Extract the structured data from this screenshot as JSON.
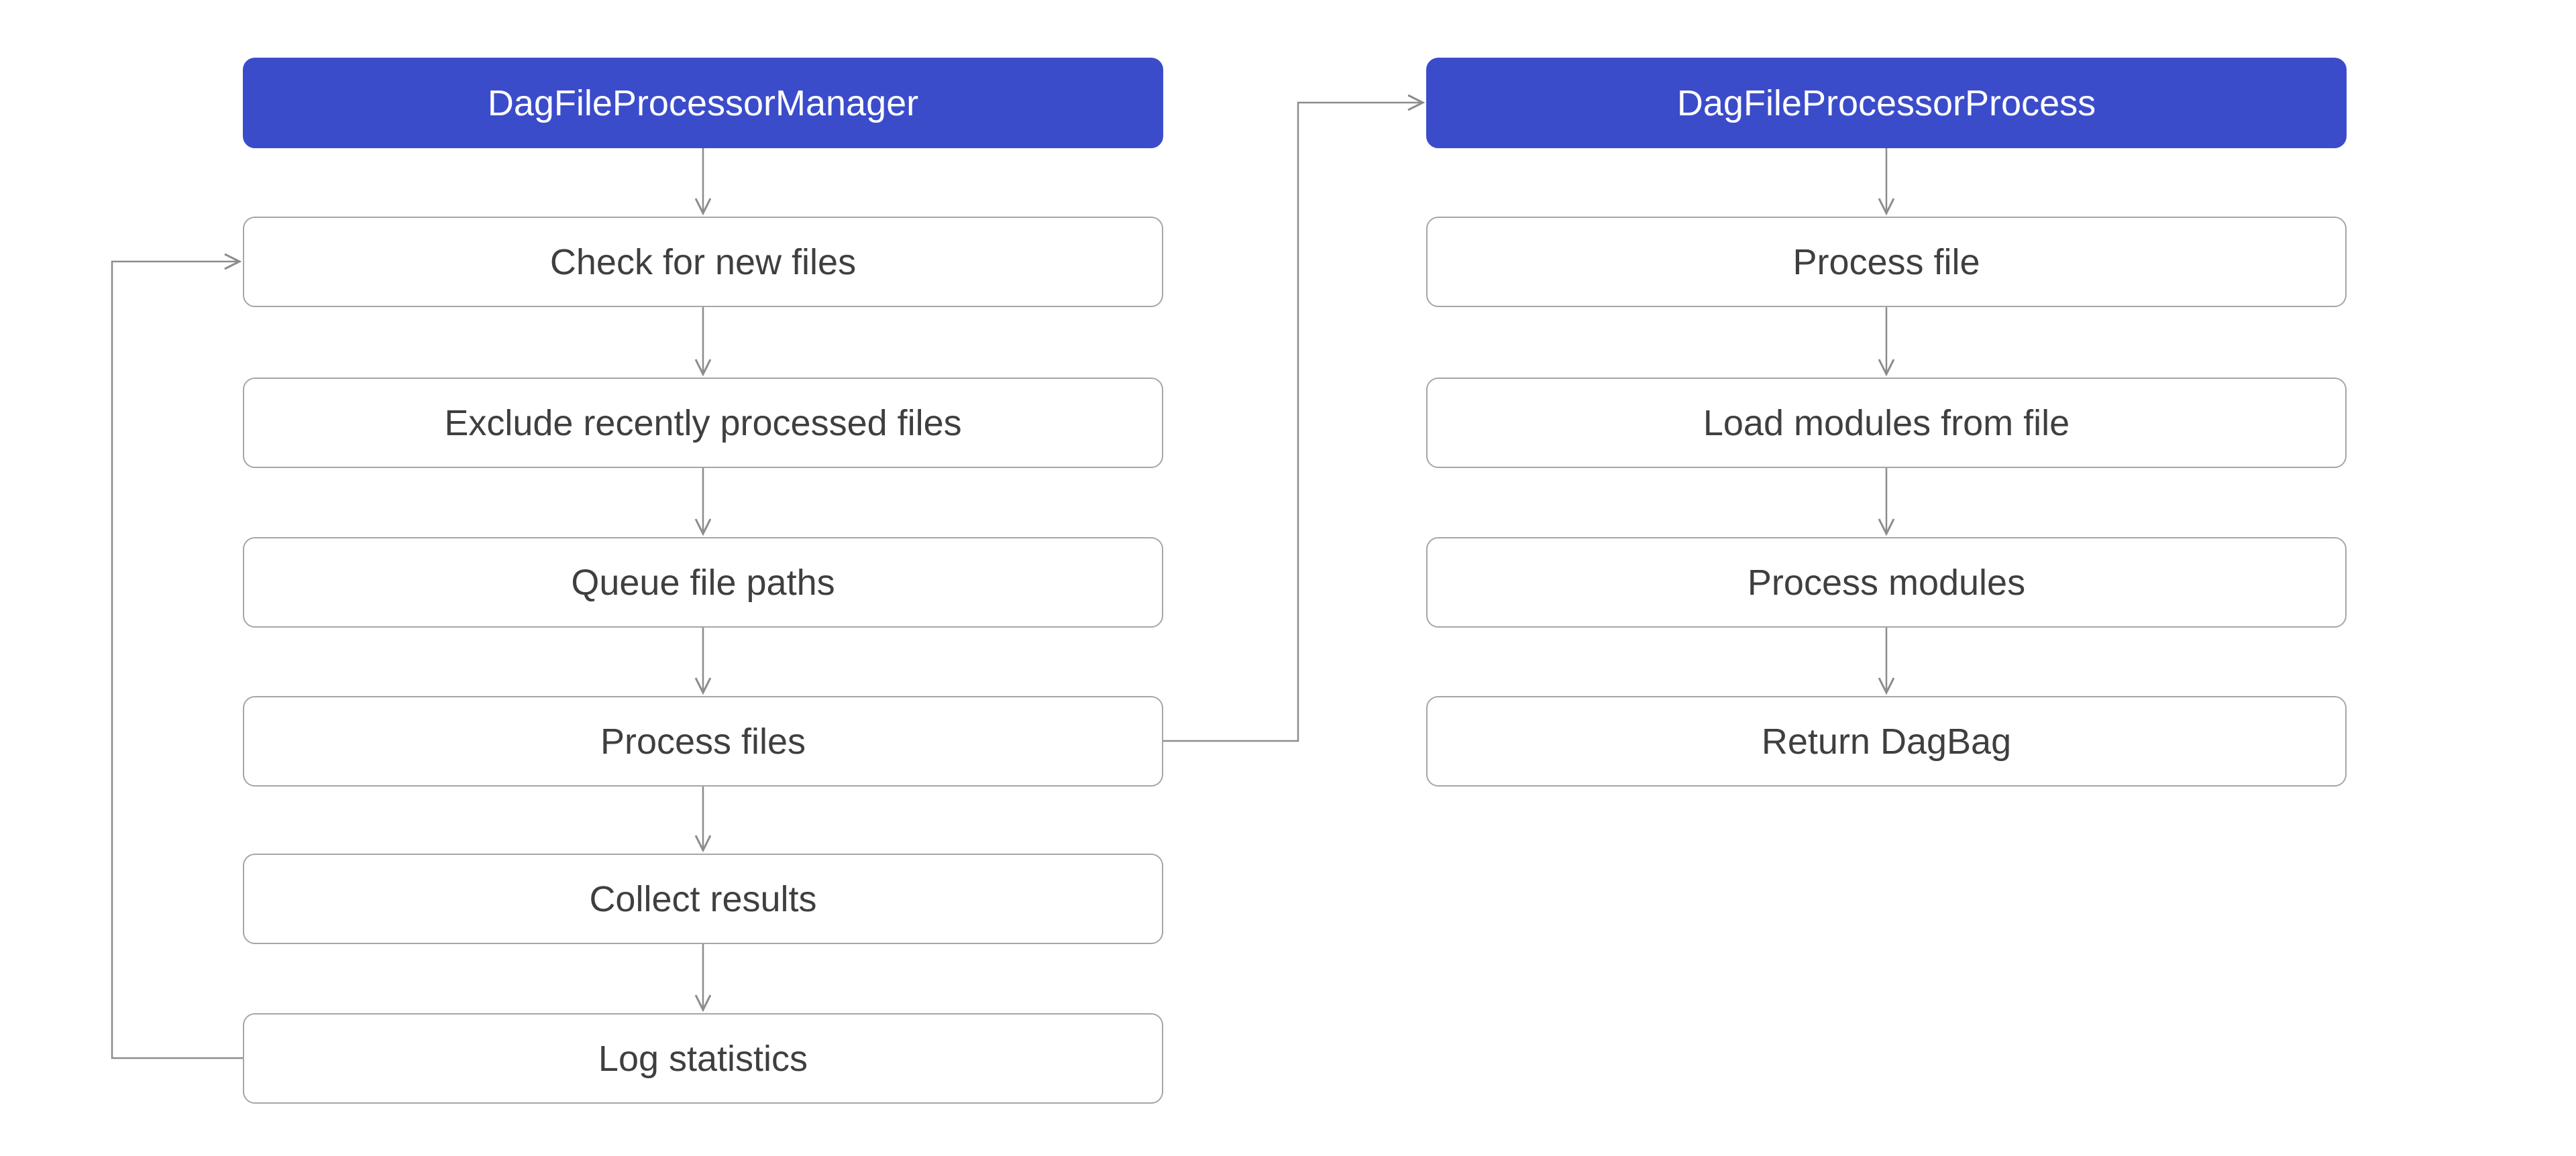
{
  "diagram": {
    "colors": {
      "background": "#ffffff",
      "header-bg": "#3b4cca",
      "header-text": "#ffffff",
      "box-border": "#a6a6a6",
      "box-text": "#3f3f3f",
      "arrow": "#8c8c8c"
    },
    "left": {
      "title": "DagFileProcessorManager",
      "steps": [
        "Check for new files",
        "Exclude recently processed files",
        "Queue file paths",
        "Process files",
        "Collect results",
        "Log statistics"
      ]
    },
    "right": {
      "title": "DagFileProcessorProcess",
      "steps": [
        "Process file",
        "Load modules from file",
        "Process modules",
        "Return DagBag"
      ]
    }
  }
}
